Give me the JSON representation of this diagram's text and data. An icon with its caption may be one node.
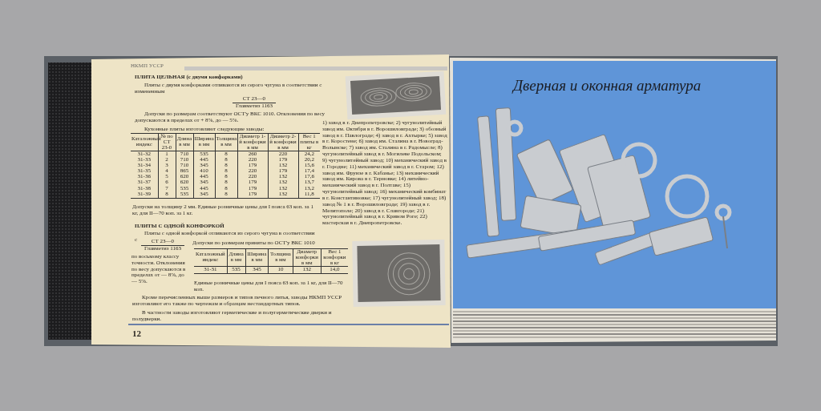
{
  "diagram": {
    "title": "Дверная и оконная арматура",
    "labels": [
      "НКМП УССР",
      "ПЛИТА ЦЕЛЬНАЯ (с двумя конфорками)",
      "Плиты с двумя конфорками отливаются из серого чугуна в соответствии с измененным",
      "СТ 23—0",
      "Главметиз 1163",
      "Допуски по размерам соответствуют ОСТ'у ВКС 1010. Отклонения по весу допускаются в пределах от + 8%, до — 5%.",
      "Кухонные плиты изготовляют следующие заводы:",
      "Каталожный индекс",
      "№ по СТ 23-0",
      "Длина в мм",
      "Ширина в мм",
      "Толщина в мм",
      "Диаметр 1-й конфорки в мм",
      "Диаметр 2-й конфорки в мм",
      "Вес 1 плиты в кг",
      "31-32",
      "1",
      "710",
      "535",
      "8",
      "260",
      "220",
      "24,2",
      "31-33",
      "2",
      "710",
      "445",
      "8",
      "220",
      "179",
      "20,2",
      "31-34",
      "3",
      "710",
      "345",
      "8",
      "179",
      "132",
      "15,6",
      "31-35",
      "4",
      "865",
      "410",
      "8",
      "220",
      "179",
      "17,4",
      "31-36",
      "5",
      "620",
      "445",
      "8",
      "220",
      "132",
      "17,6",
      "31-37",
      "6",
      "620",
      "345",
      "8",
      "179",
      "132",
      "13,7",
      "31-38",
      "7",
      "535",
      "445",
      "8",
      "179",
      "132",
      "13,2",
      "31-39",
      "8",
      "535",
      "345",
      "8",
      "179",
      "132",
      "11,8",
      "Допуски на толщину 2 мм. Единые розничные цены для I пояса 63 коп. за 1 кг, для II—70 коп. за 1 кг.",
      "1) завод в г. Днепропетровске; 2) чугунолитейный завод им. Октября в г. Ворошиловграде; 3) обозный завод в г. Павлограде; 4) завод в г. Ахтырке; 5) завод в г. Коростене; 6) завод им. Сталина в г. Новоград-Волынске; 7) завод им. Сталина в г. Радомысле; 8) чугунолитейный завод в г. Могилеве Подольском; 9) чугунолитейный завод; 10) механический завод в г. Городне; 11) механический завод в г. Старом; 12) завод им. Фрунзе в г. Кабанье; 13) механический завод им. Кирова в г. Терновке; 14) литейно-механический завод в г. Полтаве; 15) чугунолитейный завод; 16) механический комбинат в г. Константиновке; 17) чугунолитейный завод; 18) завод № 1 в г. Ворошиловграде; 19) завод в г. Мелитополе; 20) завод в г. Славгороде; 21) чугунолитейный завод в г. Кривом Роге; 22) мастерская в г. Днепропетровске.",
      "ПЛИТЫ С ОДНОЙ КОНФОРКОЙ",
      "Плиты с одной конфоркой отливаются из серого чугуна в соответствии с",
      "СТ 23—0",
      "Главметиз 1163",
      "Допуски по размерам приняты по ОСТ'у ВКС 1010",
      "по восьмому классу точности. Отклонения по весу допускаются в пределах от — 8%, до — 5%.",
      "Каталожный индекс",
      "Длина в мм",
      "Ширина в мм",
      "Толщина в мм",
      "Диаметр конфорки в мм",
      "Вес 1 конфорки в кг",
      "31-31",
      "535",
      "345",
      "10",
      "132",
      "14,0",
      "Единые розничные цены для I пояса 63 коп. за 1 кг, для II—70 коп.",
      "Кроме перечисленных выше размеров и типов печного литья, заводы НКМП УССР изготовляют его также по чертежам и образцам нестандартных типов.",
      "В частности заводы изготовляют герметические и полугерметические дверки и полудверки.",
      "12"
    ]
  }
}
